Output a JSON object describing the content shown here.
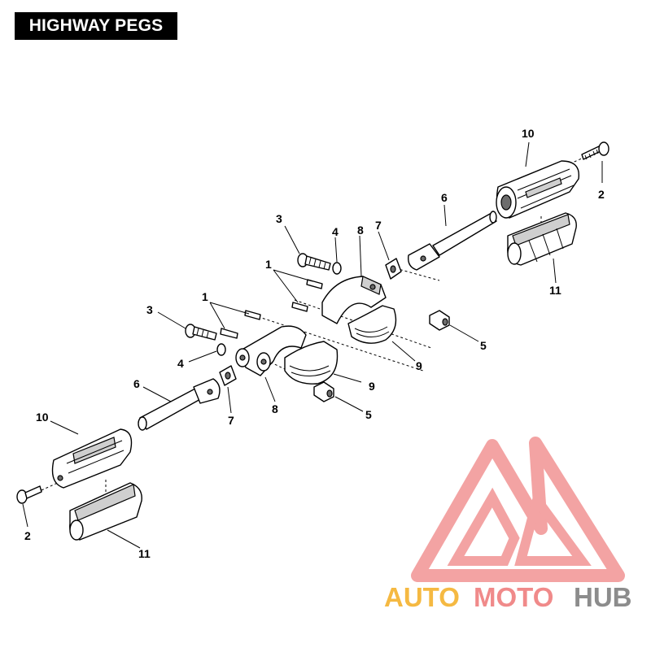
{
  "title": "HIGHWAY PEGS",
  "callouts": [
    "1",
    "1",
    "2",
    "2",
    "3",
    "3",
    "4",
    "4",
    "5",
    "5",
    "6",
    "6",
    "7",
    "7",
    "8",
    "8",
    "9",
    "9",
    "10",
    "10",
    "11",
    "11"
  ],
  "watermark": {
    "word_auto": "AUTO",
    "word_moto": "MOTO",
    "word_hub": "HUB",
    "colors": {
      "logo": "#f08a8a",
      "auto": "#f5b942",
      "moto": "#f08a8a",
      "hub": "#8c8c8c"
    }
  }
}
